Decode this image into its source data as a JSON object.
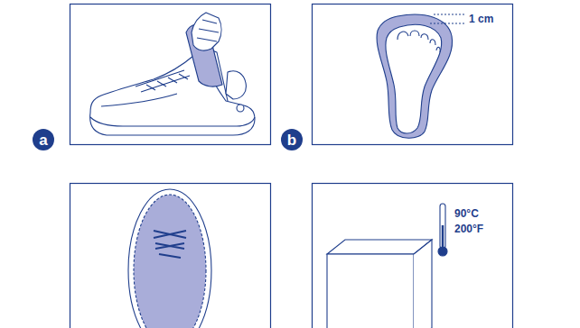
{
  "diagram": {
    "nodes": [
      {
        "text": [
          "a"
        ]
      },
      {
        "text": [
          "b"
        ]
      }
    ],
    "labels": [
      "1 cm",
      "90°C",
      "200°F"
    ]
  }
}
